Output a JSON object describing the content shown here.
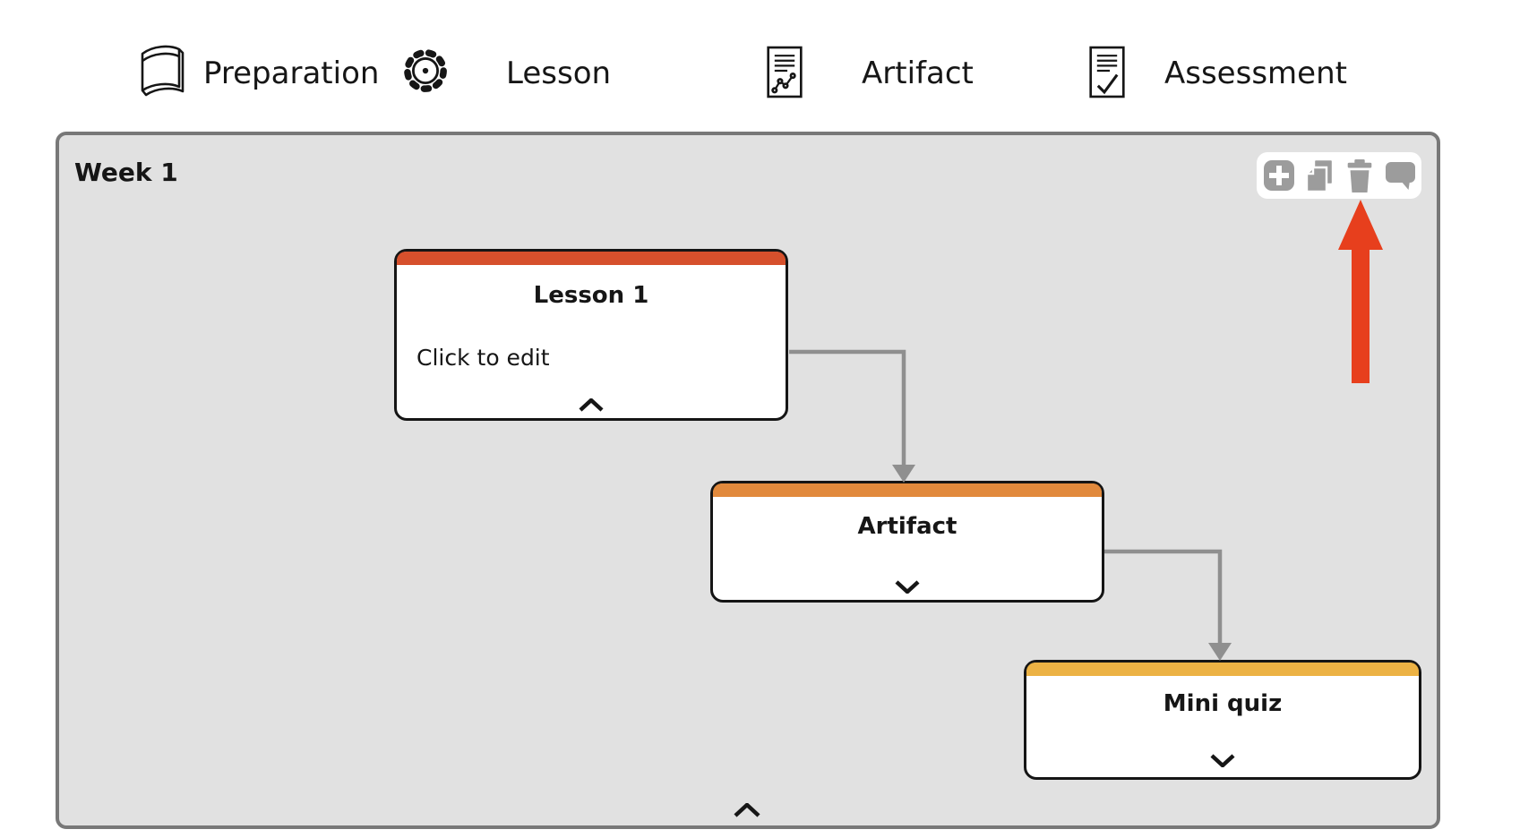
{
  "legend": {
    "items": [
      {
        "label": "Preparation",
        "icon": "book-icon"
      },
      {
        "label": "Lesson",
        "icon": "gear-icon"
      },
      {
        "label": "Artifact",
        "icon": "document-chart-icon"
      },
      {
        "label": "Assessment",
        "icon": "document-check-icon"
      }
    ]
  },
  "week": {
    "title": "Week 1",
    "toolbar": {
      "buttons": [
        {
          "name": "add",
          "icon": "plus-icon"
        },
        {
          "name": "duplicate",
          "icon": "copy-icon"
        },
        {
          "name": "delete",
          "icon": "trash-icon"
        },
        {
          "name": "comment",
          "icon": "speech-bubble-icon"
        }
      ]
    },
    "nodes": [
      {
        "title": "Lesson 1",
        "body": "Click to edit",
        "accent_color": "#d6502c",
        "collapse_chevron": "up"
      },
      {
        "title": "Artifact",
        "accent_color": "#e1893c",
        "collapse_chevron": "down"
      },
      {
        "title": "Mini quiz",
        "accent_color": "#ecb244",
        "collapse_chevron": "down"
      }
    ]
  },
  "annotation": {
    "type": "red-arrow",
    "points_to": "delete-button",
    "color": "#e73f1d"
  },
  "colors": {
    "week_background": "#e1e1e1",
    "week_border": "#787878",
    "connector": "#8f8f8f",
    "toolbar_icon": "#9c9c9c",
    "card_border": "#151515",
    "text": "#161616"
  }
}
